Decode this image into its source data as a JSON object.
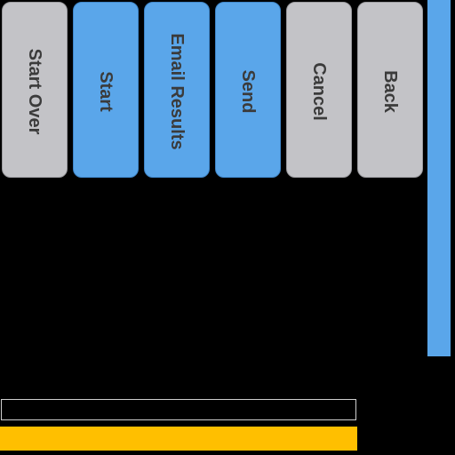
{
  "toolbar": {
    "buttons": [
      {
        "label": "Start Over",
        "style": "gray"
      },
      {
        "label": "Start",
        "style": "blue"
      },
      {
        "label": "Email Results",
        "style": "blue"
      },
      {
        "label": "Send",
        "style": "blue"
      },
      {
        "label": "Cancel",
        "style": "gray"
      },
      {
        "label": "Back",
        "style": "gray"
      }
    ]
  },
  "colors": {
    "background": "#000000",
    "gray_button": "#c3c3c7",
    "blue_button": "#5aa6ea",
    "button_text": "#3b3b3b",
    "side_panel": "#5aa6ea",
    "progress_fill": "#ffbf00",
    "input_border": "#cfcfcf"
  }
}
